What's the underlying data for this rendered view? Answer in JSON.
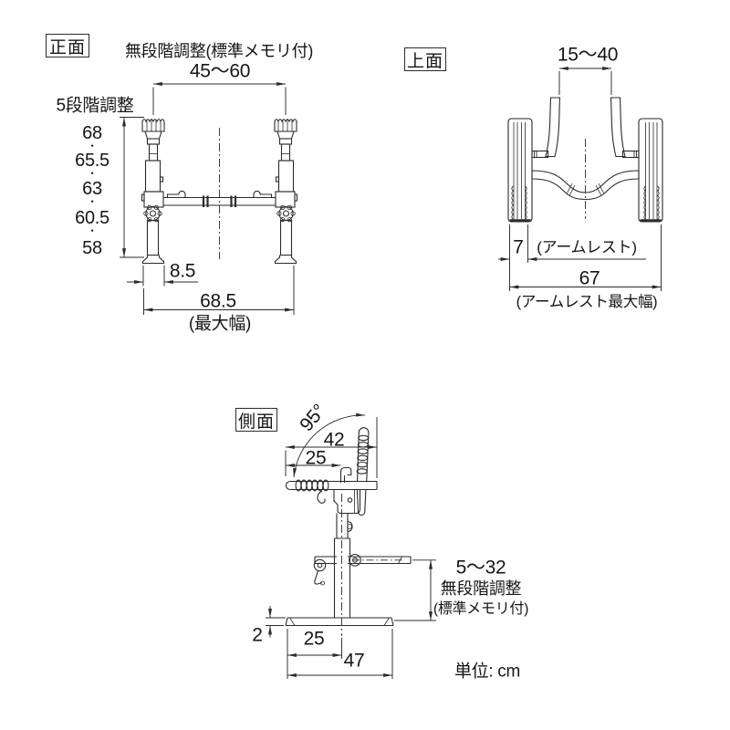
{
  "unit_note": "単位: cm",
  "front": {
    "label": "正面",
    "stepless_note": "無段階調整(標準メモリ付)",
    "top_width_range": "45〜60",
    "five_step_label": "5段階調整",
    "steps": [
      "68",
      "・",
      "65.5",
      "・",
      "63",
      "・",
      "60.5",
      "・",
      "58"
    ],
    "foot_width": "8.5",
    "max_width": "68.5",
    "max_width_note": "(最大幅)"
  },
  "top": {
    "label": "上面",
    "grip_width_range": "15〜40",
    "armrest_depth": "7",
    "armrest_label": "(アームレスト)",
    "armrest_max_width": "67",
    "armrest_max_label": "(アームレスト最大幅)"
  },
  "side": {
    "label": "側面",
    "swing_angle": "95°",
    "armrest_length": "42",
    "grip_length": "25",
    "height_adjust_range": "5〜32",
    "height_adjust_note1": "無段階調整",
    "height_adjust_note2": "(標準メモリ付)",
    "base_thickness": "2",
    "base_front_depth": "25",
    "base_depth": "47"
  }
}
